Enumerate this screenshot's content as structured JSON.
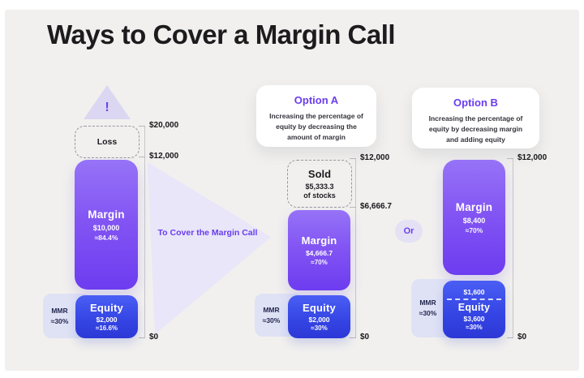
{
  "title": "Ways to Cover a Margin Call",
  "arrow_label": "To Cover the Margin Call",
  "or_label": "Or",
  "colors": {
    "accent_purple": "#6b3df1",
    "margin_gradient": [
      "#9673f7",
      "#6d3cf0"
    ],
    "equity_gradient": [
      "#4a5ef4",
      "#2c38d6"
    ],
    "mmr_lavender": "#dfe2f5",
    "background": "#f1f0ee"
  },
  "initial": {
    "warning_glyph": "!",
    "loss_label": "Loss",
    "ticks": {
      "top": "$20,000",
      "mid": "$12,000",
      "zero": "$0"
    },
    "margin": {
      "label": "Margin",
      "value": "$10,000",
      "percent": "≈84.4%"
    },
    "equity": {
      "label": "Equity",
      "value": "$2,000",
      "percent": "≈16.6%"
    },
    "mmr": {
      "label": "MMR",
      "percent": "≈30%"
    }
  },
  "option_a": {
    "title": "Option A",
    "description": "Increasing the percentage of equity by decreasing the amount of margin",
    "sold": {
      "label": "Sold",
      "value": "$5,333.3",
      "unit": "of stocks"
    },
    "ticks": {
      "top": "$12,000",
      "mid": "$6,666.7",
      "zero": "$0"
    },
    "margin": {
      "label": "Margin",
      "value": "$4,666.7",
      "percent": "≈70%"
    },
    "equity": {
      "label": "Equity",
      "value": "$2,000",
      "percent": "≈30%"
    },
    "mmr": {
      "label": "MMR",
      "percent": "≈30%"
    }
  },
  "option_b": {
    "title": "Option B",
    "description": "Increasing the percentage of equity by decreasing margin and adding equity",
    "ticks": {
      "top": "$12,000",
      "zero": "$0"
    },
    "margin": {
      "label": "Margin",
      "value": "$8,400",
      "percent": "≈70%"
    },
    "added_equity": {
      "value": "$1,600"
    },
    "equity": {
      "label": "Equity",
      "value": "$3,600",
      "percent": "≈30%"
    },
    "mmr": {
      "label": "MMR",
      "percent": "≈30%"
    }
  },
  "chart_data": [
    {
      "type": "bar",
      "title": "Margin call position",
      "segments_bottom_to_top": [
        {
          "name": "Equity",
          "value": 2000,
          "percent_label": "≈16.6%"
        },
        {
          "name": "Margin",
          "value": 10000,
          "percent_label": "≈84.4%"
        },
        {
          "name": "Loss",
          "value": 8000,
          "style": "dashed-outline"
        }
      ],
      "yticks": [
        0,
        12000,
        20000
      ],
      "ytick_labels": [
        "$0",
        "$12,000",
        "$20,000"
      ],
      "ylim": [
        0,
        20000
      ],
      "annotations": [
        "MMR ≈30%",
        "warning"
      ]
    },
    {
      "type": "bar",
      "title": "Option A",
      "segments_bottom_to_top": [
        {
          "name": "Equity",
          "value": 2000,
          "percent_label": "≈30%"
        },
        {
          "name": "Margin",
          "value": 4666.7,
          "percent_label": "≈70%"
        },
        {
          "name": "Sold",
          "value": 5333.3,
          "style": "dashed-outline",
          "note": "of stocks"
        }
      ],
      "yticks": [
        0,
        6666.7,
        12000
      ],
      "ytick_labels": [
        "$0",
        "$6,666.7",
        "$12,000"
      ],
      "ylim": [
        0,
        12000
      ],
      "annotations": [
        "MMR ≈30%"
      ]
    },
    {
      "type": "bar",
      "title": "Option B",
      "segments_bottom_to_top": [
        {
          "name": "Equity",
          "value": 3600,
          "percent_label": "≈30%",
          "note": "includes $1,600 added equity"
        },
        {
          "name": "Margin",
          "value": 8400,
          "percent_label": "≈70%"
        }
      ],
      "yticks": [
        0,
        12000
      ],
      "ytick_labels": [
        "$0",
        "$12,000"
      ],
      "ylim": [
        0,
        12000
      ],
      "annotations": [
        "MMR ≈30%"
      ]
    }
  ]
}
